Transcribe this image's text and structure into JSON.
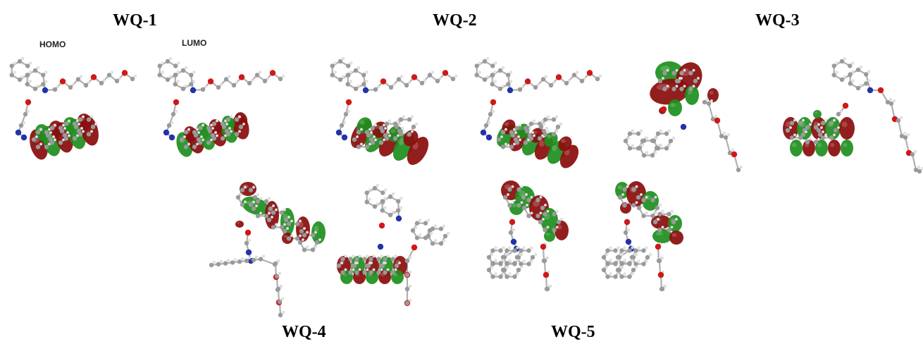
{
  "compounds": [
    {
      "id": "wq1",
      "label": "WQ-1"
    },
    {
      "id": "wq2",
      "label": "WQ-2"
    },
    {
      "id": "wq3",
      "label": "WQ-3"
    },
    {
      "id": "wq4",
      "label": "WQ-4"
    },
    {
      "id": "wq5",
      "label": "WQ-5"
    }
  ],
  "orbital_labels": {
    "homo": "HOMO",
    "lumo": "LUMO"
  },
  "colors": {
    "lobe_positive": "#8b0d0d",
    "lobe_negative": "#1f8f1f",
    "carbon": "#9a9a9a",
    "hydrogen": "#e6e6e6",
    "oxygen": "#d01818",
    "nitrogen": "#2233aa",
    "bond": "#b0b0b0"
  }
}
